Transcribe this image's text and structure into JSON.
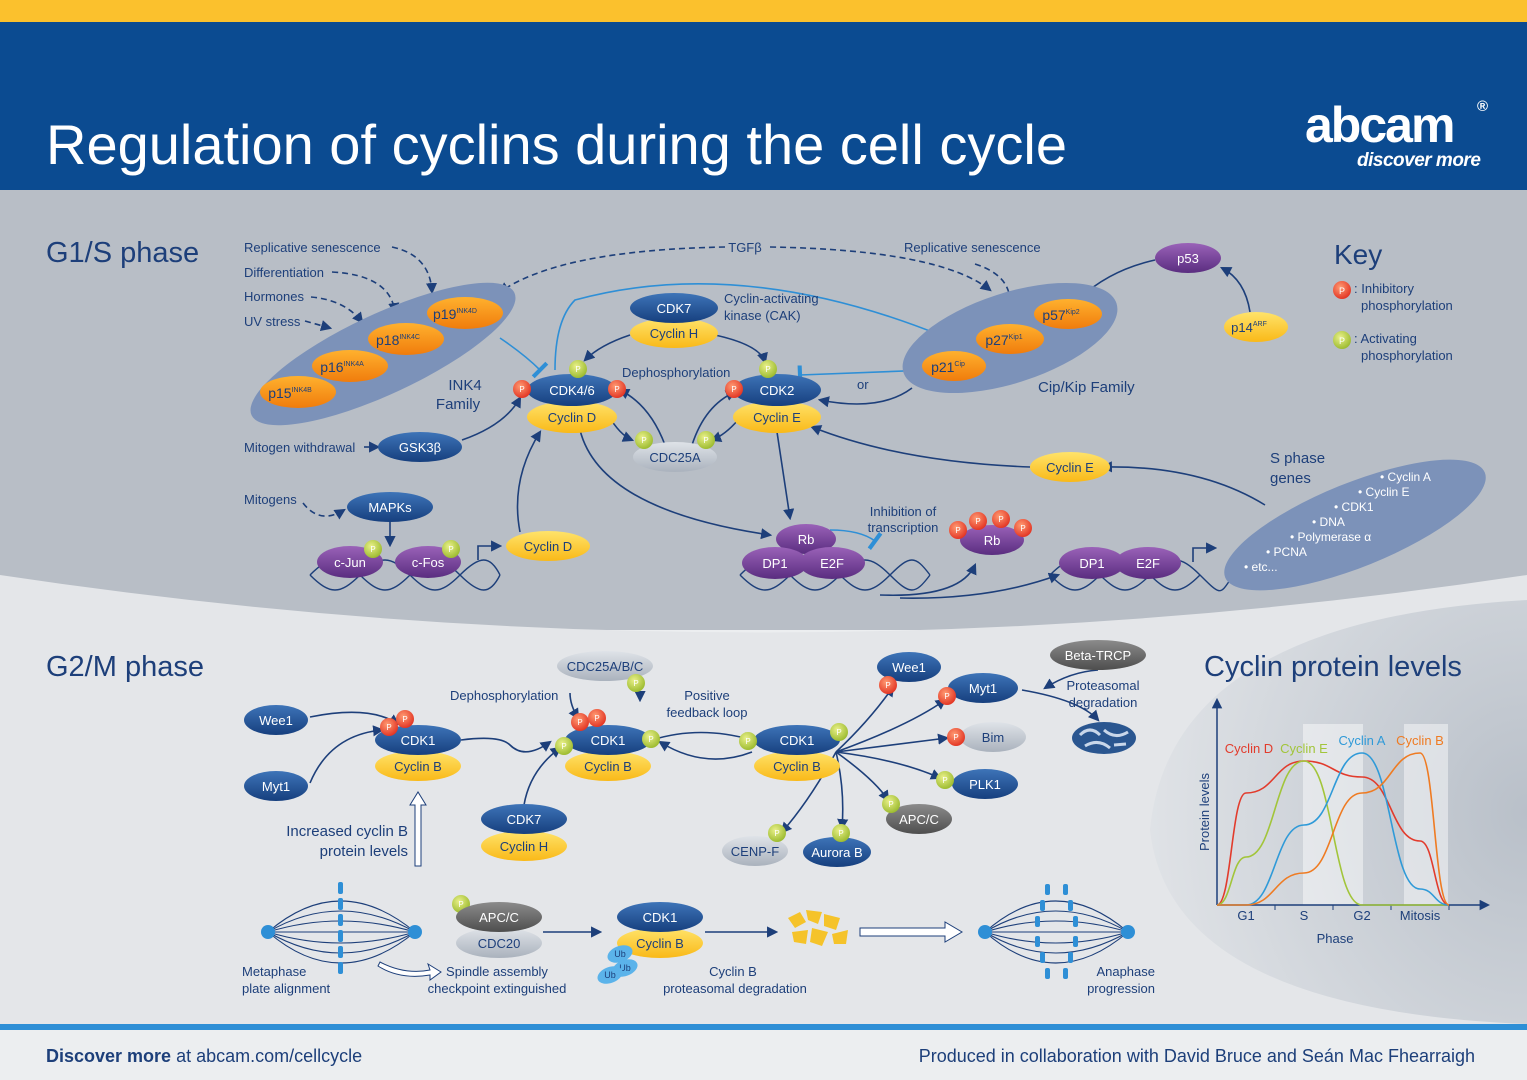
{
  "header": {
    "title": "Regulation of cyclins during the cell cycle"
  },
  "logo": {
    "name": "abcam",
    "registered": "®",
    "tagline": "discover more"
  },
  "g1s": {
    "heading": "G1/S phase",
    "stimuli": [
      "Replicative senescence",
      "Differentiation",
      "Hormones",
      "UV stress"
    ],
    "tgfb": "TGFβ",
    "replicative_right": "Replicative senescence",
    "ink4": {
      "p19": "p19",
      "p19_sup": "INK4D",
      "p18": "p18",
      "p18_sup": "INK4C",
      "p16": "p16",
      "p16_sup": "INK4A",
      "p15": "p15",
      "p15_sup": "INK4B",
      "family_1": "INK4",
      "family_2": "Family"
    },
    "cdk7": "CDK7",
    "cyclin_h": "Cyclin H",
    "cak_1": "Cyclin-activating",
    "cak_2": "kinase (CAK)",
    "dephos": "Dephosphorylation",
    "cdk46": "CDK4/6",
    "cyclin_d": "Cyclin D",
    "cdk2": "CDK2",
    "cyclin_e": "Cyclin E",
    "cdc25a": "CDC25A",
    "or": "or",
    "cip": {
      "p57": "p57",
      "p57_sup": "Kip2",
      "p27": "p27",
      "p27_sup": "Kip1",
      "p21": "p21",
      "p21_sup": "Cip",
      "family": "Cip/Kip Family"
    },
    "p53": "p53",
    "p14": "p14",
    "p14_sup": "ARF",
    "mitogen_withdrawal": "Mitogen withdrawal",
    "gsk3b": "GSK3β",
    "mitogens": "Mitogens",
    "mapks": "MAPKs",
    "cjun": "c-Jun",
    "cfos": "c-Fos",
    "cyclin_d2": "Cyclin D",
    "rb": "Rb",
    "dp1": "DP1",
    "e2f": "E2F",
    "inhibition_1": "Inhibition of",
    "inhibition_2": "transcription",
    "rb2": "Rb",
    "dp1b": "DP1",
    "e2fb": "E2F",
    "cyclin_e2": "Cyclin E",
    "sphase_1": "S phase",
    "sphase_2": "genes",
    "sgenes": [
      "• Cyclin A",
      "• Cyclin E",
      "• CDK1",
      "• DNA",
      "• Polymerase α",
      "• PCNA",
      "• etc..."
    ]
  },
  "key": {
    "title": "Key",
    "p_letter": "P",
    "inhib_1": ": Inhibitory",
    "inhib_2": "phosphorylation",
    "act_1": ": Activating",
    "act_2": "phosphorylation"
  },
  "g2m": {
    "heading": "G2/M phase",
    "wee1": "Wee1",
    "myt1": "Myt1",
    "cdk1": "CDK1",
    "cyclin_b": "Cyclin B",
    "increased_1": "Increased cyclin B",
    "increased_2": "protein levels",
    "cdc25abc": "CDC25A/B/C",
    "dephos": "Dephosphorylation",
    "positive_1": "Positive",
    "positive_2": "feedback loop",
    "cdk7": "CDK7",
    "cyclin_h": "Cyclin H",
    "wee1b": "Wee1",
    "myt1b": "Myt1",
    "betatrcp": "Beta-TRCP",
    "proteasomal_1": "Proteasomal",
    "proteasomal_2": "degradation",
    "bim": "Bim",
    "plk1": "PLK1",
    "apcc": "APC/C",
    "cenpf": "CENP-F",
    "aurorab": "Aurora B",
    "metaphase_1": "Metaphase",
    "metaphase_2": "plate alignment",
    "apcc2": "APC/C",
    "cdc20": "CDC20",
    "spindle_1": "Spindle assembly",
    "spindle_2": "checkpoint extinguished",
    "ub": "Ub",
    "degr_1": "Cyclin B",
    "degr_2": "proteasomal degradation",
    "anaphase_1": "Anaphase",
    "anaphase_2": "progression"
  },
  "chart_data": {
    "type": "line",
    "title": "Cyclin protein levels",
    "xlabel": "Phase",
    "ylabel": "Protein levels",
    "categories": [
      "G1",
      "S",
      "G2",
      "Mitosis"
    ],
    "series": [
      {
        "name": "Cyclin D",
        "color": "#e23b2c",
        "values": [
          0.7,
          0.9,
          0.8,
          0.4
        ]
      },
      {
        "name": "Cyclin E",
        "color": "#a2c53a",
        "values": [
          0.3,
          0.9,
          0.0,
          0.0
        ]
      },
      {
        "name": "Cyclin A",
        "color": "#2f9ad8",
        "values": [
          0.0,
          0.5,
          0.95,
          0.1
        ]
      },
      {
        "name": "Cyclin B",
        "color": "#ef7b22",
        "values": [
          0.0,
          0.2,
          0.7,
          0.95
        ]
      }
    ]
  },
  "footer": {
    "left_bold": "Discover more",
    "left_rest": " at abcam.com/cellcycle",
    "right": "Produced in collaboration with David Bruce and Seán Mac Fhearraigh"
  }
}
